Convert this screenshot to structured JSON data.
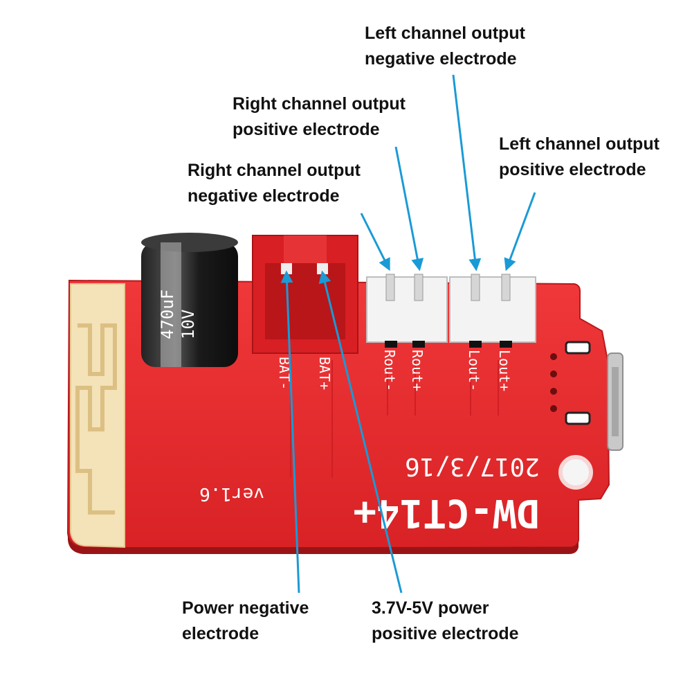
{
  "annotations": {
    "left_output_negative": [
      "Left channel output",
      "negative electrode"
    ],
    "right_output_positive": [
      "Right channel output",
      "positive electrode"
    ],
    "left_output_positive": [
      "Left channel output",
      "positive electrode"
    ],
    "right_output_negative": [
      "Right channel output",
      "negative electrode"
    ],
    "power_negative": [
      "Power negative",
      "electrode"
    ],
    "power_positive": [
      "3.7V-5V power",
      "positive electrode"
    ]
  },
  "board": {
    "model": "DW-CT14+",
    "version": "ver1.6",
    "date": "2017/3/16",
    "pads": [
      "BAT-",
      "BAT+",
      "Rout-",
      "Rout+",
      "Lout-",
      "Lout+"
    ],
    "capacitor_marking": [
      "470uF",
      "10V"
    ]
  },
  "colors": {
    "board": "#e8282a",
    "arrow": "#1a9ad6",
    "text": "#111111",
    "antenna": "#f4e2b8",
    "connector_red": "#d81f23",
    "connector_white": "#f3f3f3"
  }
}
